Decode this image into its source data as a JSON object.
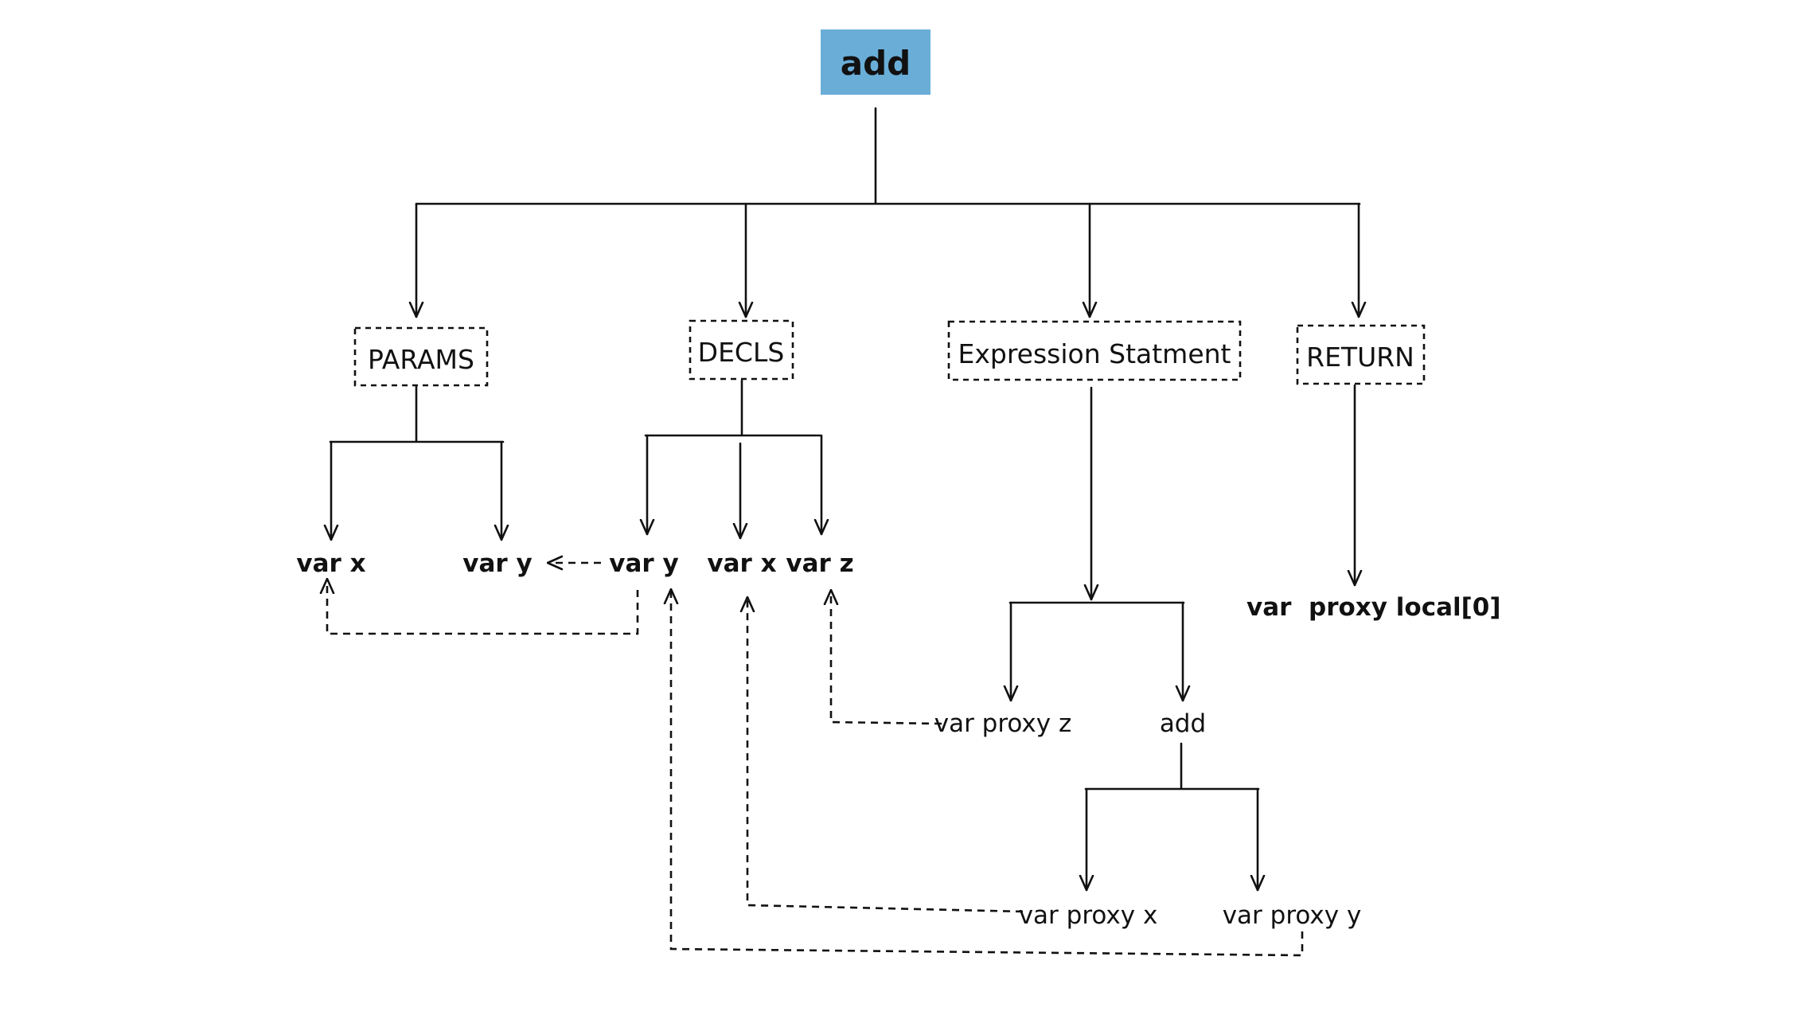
{
  "colors": {
    "root_fill": "#6aaed8",
    "ink": "#111111",
    "background": "#ffffff"
  },
  "nodes": {
    "root": "add",
    "params": "PARAMS",
    "decls": "DECLS",
    "expr": "Expression Statment",
    "ret": "RETURN",
    "params_var_x": "var x",
    "params_var_y": "var y",
    "decls_var_y": "var y",
    "decls_var_x": "var x",
    "decls_var_z": "var z",
    "ret_child": "var  proxy local[0]",
    "expr_proxy_z": "var proxy z",
    "expr_add": "add",
    "add_proxy_x": "var proxy x",
    "add_proxy_y": "var proxy y"
  }
}
